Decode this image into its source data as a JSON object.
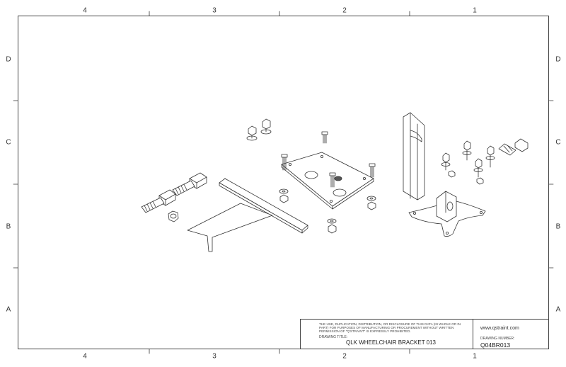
{
  "zones": {
    "columns": [
      "4",
      "3",
      "2",
      "1"
    ],
    "rows": [
      "D",
      "C",
      "B",
      "A"
    ]
  },
  "title_block": {
    "disclaimer": "THE USE, DUPLICATION, DISTRIBUTION, OR DISCLOSURE OF THIS DATA (IN WHOLE OR IN PART) FOR PURPOSES OF MANUFACTURING OR PROCUREMENT WITHOUT WRITTEN PERMISSION OF \"Q'STRAINT\" IS EXPRESSLY PROHIBITED.",
    "drawing_title_label": "DRAWING TITLE:",
    "drawing_title": "QLK WHEELCHAIR BRACKET 013",
    "website": "www.qstraint.com",
    "drawing_number_label": "DRAWING NUMBER:",
    "drawing_number": "Q04BR013"
  }
}
